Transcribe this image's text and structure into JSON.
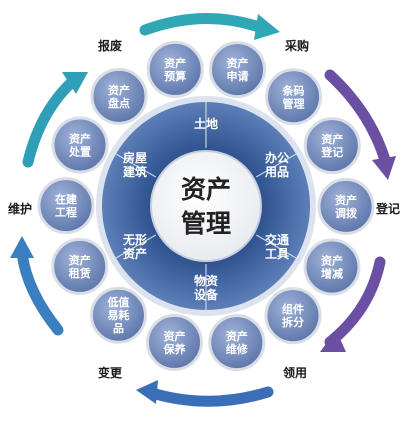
{
  "center": {
    "line1": "资产",
    "line2": "管理"
  },
  "outer_labels": [
    "采购",
    "登记",
    "领用",
    "变更",
    "维护",
    "报废"
  ],
  "bubbles": [
    [
      "资产",
      "申请"
    ],
    [
      "条码",
      "管理"
    ],
    [
      "资产",
      "登记"
    ],
    [
      "资产",
      "调拨"
    ],
    [
      "资产",
      "增减"
    ],
    [
      "组件",
      "拆分"
    ],
    [
      "资产",
      "维修"
    ],
    [
      "资产",
      "保养"
    ],
    [
      "低值",
      "易耗",
      "品"
    ],
    [
      "资产",
      "租赁"
    ],
    [
      "在建",
      "工程"
    ],
    [
      "资产",
      "处置"
    ],
    [
      "资产",
      "盘点"
    ],
    [
      "资产",
      "预算"
    ]
  ],
  "ring_segments": [
    [
      "土地"
    ],
    [
      "办公",
      "用品"
    ],
    [
      "交通",
      "工具"
    ],
    [
      "物资",
      "设备"
    ],
    [
      "无形",
      "资产"
    ],
    [
      "房屋",
      "建筑"
    ]
  ],
  "colors": {
    "bubble_fill": "#6f87b8",
    "bubble_border": "#d9dde6",
    "ring_fill": "#3d5f98",
    "ring_border": "#dde3ee",
    "ring_divider": "#c9d3e6",
    "center_fill": "#ffffff",
    "center_text": "#222222",
    "label_text": "#1a1a1a",
    "arrow_teal": "#2fa7b4",
    "arrow_purple": "#6a4fa3",
    "arrow_blue": "#3a6fb8"
  }
}
